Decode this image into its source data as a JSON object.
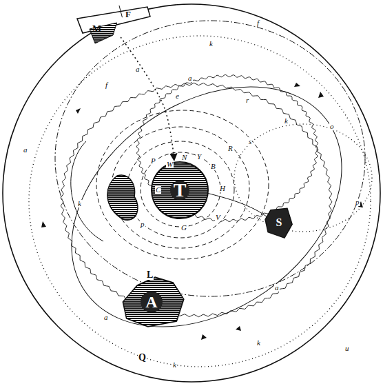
{
  "diagram": {
    "nodes": [
      {
        "text": [
          "M",
          "F"
        ]
      },
      {
        "text": [
          "T"
        ]
      },
      {
        "text": [
          "A"
        ]
      },
      {
        "text": [
          "S"
        ]
      }
    ],
    "edges": [
      {
        "from": 0,
        "to": 1,
        "arrow": "to"
      }
    ],
    "labels": [
      "L",
      "Q",
      "N",
      "Y",
      "W",
      "P",
      "B",
      "H",
      "C",
      "V",
      "G",
      "R",
      "k",
      "k",
      "k",
      "k",
      "k",
      "a",
      "a",
      "a",
      "a",
      "a",
      "f",
      "f",
      "e",
      "r",
      "p",
      "p",
      "s",
      "o",
      "u"
    ]
  }
}
